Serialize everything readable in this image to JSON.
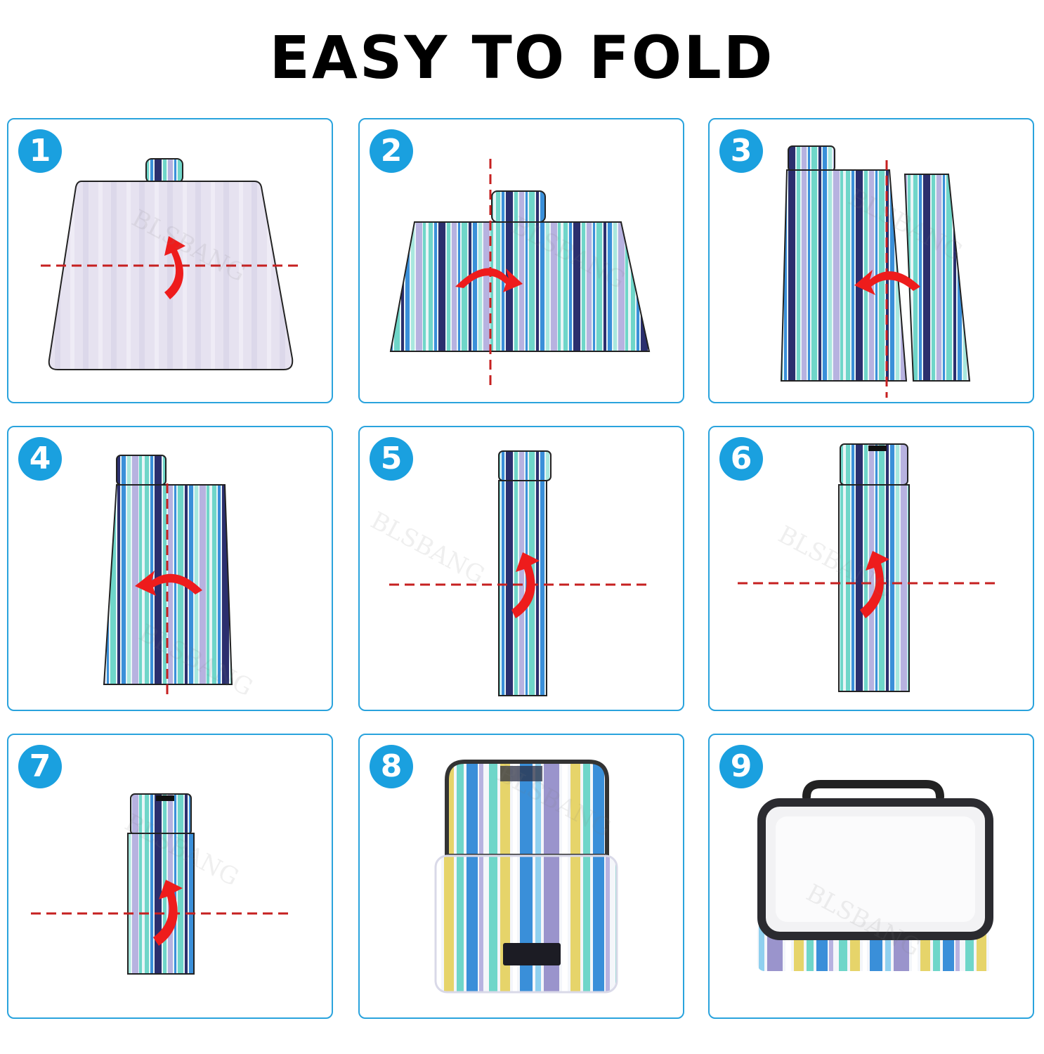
{
  "title": "EASY TO FOLD",
  "steps": [
    {
      "number": "1"
    },
    {
      "number": "2"
    },
    {
      "number": "3"
    },
    {
      "number": "4"
    },
    {
      "number": "5"
    },
    {
      "number": "6"
    },
    {
      "number": "7"
    },
    {
      "number": "8"
    },
    {
      "number": "9"
    }
  ],
  "watermark": "BLSBANG",
  "colors": {
    "panel_border": "#2aa3dd",
    "badge": "#1aa0df",
    "arrow": "#ee1c1c",
    "fold_line": "#c62020",
    "stripe_navy": "#2b2f6e",
    "stripe_teal": "#6fd6c9",
    "stripe_blue": "#3a8fd9",
    "stripe_lavender": "#b7b2e0",
    "stripe_yellow": "#e6d46a",
    "backing": "#e8e4f2"
  },
  "icons": [
    "fold-arrow-icon",
    "dashed-fold-line"
  ]
}
